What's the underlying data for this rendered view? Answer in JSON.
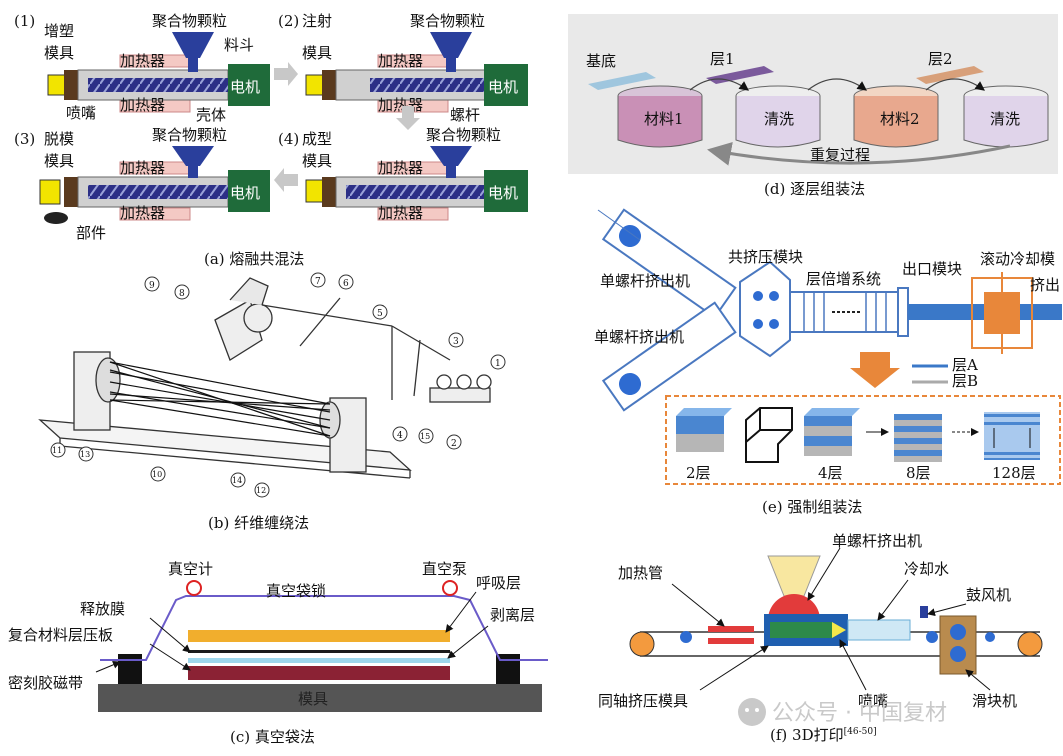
{
  "panel_a": {
    "caption": "(a) 熔融共混法",
    "step1": "(1)",
    "step2": "(2)",
    "step3": "(3)",
    "step4": "(4)",
    "label_plasticize": "增塑",
    "label_inject": "注射",
    "label_demold": "脱模",
    "label_mold_form": "成型",
    "mold": "模具",
    "polymer": "聚合物颗粒",
    "hopper": "料斗",
    "heater": "加热器",
    "motor": "电机",
    "nozzle": "喷嘴",
    "barrel": "壳体",
    "screw": "螺杆",
    "part": "部件"
  },
  "panel_b": {
    "caption": "(b) 纤维缠绕法",
    "callouts": [
      "1",
      "2",
      "3",
      "4",
      "5",
      "6",
      "7",
      "8",
      "9",
      "10",
      "11",
      "12",
      "13",
      "14",
      "15"
    ]
  },
  "panel_c": {
    "caption": "(c) 真空袋法",
    "vacuum_gauge": "真空计",
    "vacuum_pump": "直空泵",
    "vacuum_lock": "真空袋锁",
    "breather": "呼吸层",
    "release_film": "释放膜",
    "peel_ply": "剥离层",
    "laminate": "复合材料层压板",
    "sealant_tape": "密刻胶磁带",
    "mold": "模具"
  },
  "panel_d": {
    "caption": "(d) 逐层组装法",
    "substrate": "基底",
    "layer1": "层1",
    "layer2": "层2",
    "material1": "材料1",
    "rinse1": "清洗",
    "material2": "材料2",
    "rinse2": "清洗",
    "repeat": "重复过程"
  },
  "panel_e": {
    "caption": "(e) 强制组装法",
    "extruder1": "单螺杆挤出机",
    "extruder2": "单螺杆挤出机",
    "coextrusion": "共挤压模块",
    "multiplier": "层倍增系统",
    "exit": "出口模块",
    "chill_roll": "滚动冷却模",
    "extrude_cut": "挤出",
    "legend_a": "层A",
    "legend_b": "层B",
    "layers": [
      "2层",
      "4层",
      "8层",
      "128层"
    ]
  },
  "panel_f": {
    "caption": "(f) 3D打印",
    "caption_ref": "[46-50]",
    "heating_tube": "加热管",
    "extruder": "单螺杆挤出机",
    "cooling_water": "冷却水",
    "blower": "鼓风机",
    "coaxial_die": "同轴挤压模具",
    "nozzle": "喷嘴",
    "slider": "滑块机"
  },
  "watermark": "公众号 · 中国复材",
  "colors": {
    "motor": "#1f6b3a",
    "hopper": "#2a3f9c",
    "heater": "#f4c9c4",
    "orange": "#e8873a",
    "blue": "#3a78c8"
  }
}
